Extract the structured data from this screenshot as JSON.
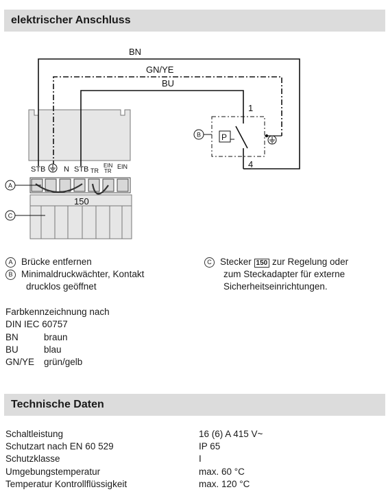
{
  "sections": {
    "connection_title": "elektrischer Anschluss",
    "tech_title": "Technische Daten"
  },
  "diagram": {
    "wire_bn": "BN",
    "wire_gnye": "GN/YE",
    "wire_bu": "BU",
    "term_stb": "STB",
    "term_n": "N",
    "term_stb2": "STB",
    "term_tr": "TR",
    "term_ein1": "EIN",
    "term_tr2": "TR",
    "term_ein2": "EIN",
    "plug_number": "150",
    "label_a": "A",
    "label_b": "B",
    "label_c": "C",
    "switch_p": "P",
    "pin1": "1",
    "pin4": "4"
  },
  "legend": {
    "a_letter": "A",
    "a_text": "Brücke entfernen",
    "b_letter": "B",
    "b_text_1": "Minimaldruckwächter, Kontakt",
    "b_text_2": "drucklos geöffnet",
    "c_letter": "C",
    "c_text_pre": "Stecker",
    "c_box": "150",
    "c_text_post": "zur Regelung oder",
    "c_text_2": "zum Steckadapter für externe",
    "c_text_3": "Sicherheitseinrichtungen."
  },
  "colors": {
    "title": "Farbkennzeichnung nach",
    "standard": "DIN IEC 60757",
    "items": [
      {
        "code": "BN",
        "name": "braun"
      },
      {
        "code": "BU",
        "name": "blau"
      },
      {
        "code": "GN/YE",
        "name": "grün/gelb"
      }
    ]
  },
  "tech": [
    {
      "label": "Schaltleistung",
      "value": "16 (6) A 415 V~"
    },
    {
      "label": "Schutzart nach EN 60 529",
      "value": "IP 65"
    },
    {
      "label": "Schutzklasse",
      "value": "I"
    },
    {
      "label": "Umgebungstemperatur",
      "value": "max. 60 °C"
    },
    {
      "label": "Temperatur Kontrollflüssigkeit",
      "value": "max. 120 °C"
    }
  ]
}
